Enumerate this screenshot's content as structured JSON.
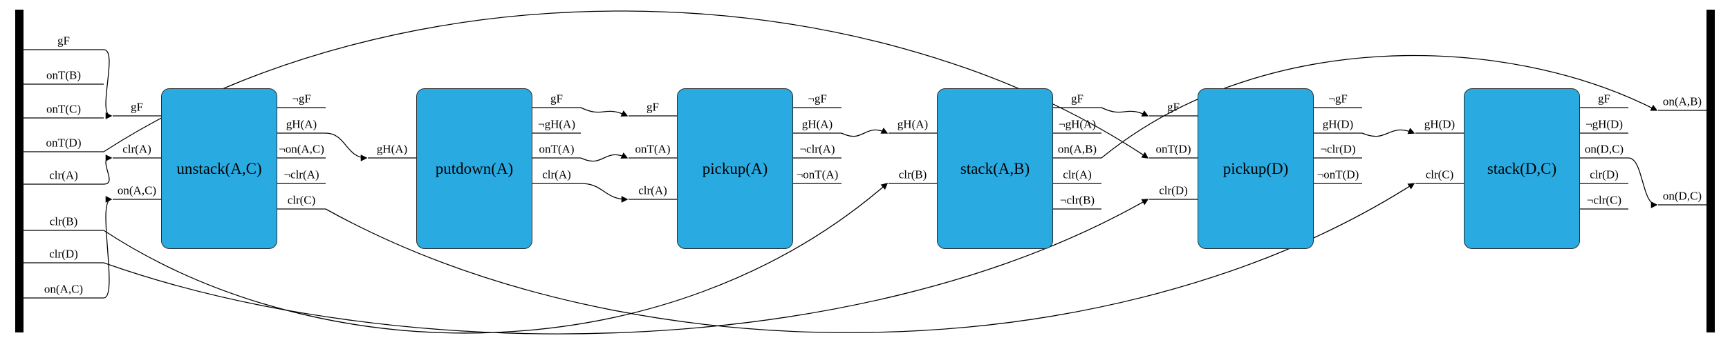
{
  "colors": {
    "box_fill": "#29abe2",
    "box_border": "#2a2a2a",
    "wire": "#000000",
    "bar": "#000000"
  },
  "initial_state": {
    "facts": [
      "gF",
      "onT(B)",
      "onT(C)",
      "onT(D)",
      "clr(A)",
      "clr(B)",
      "clr(D)",
      "on(A,C)"
    ]
  },
  "goal_state": {
    "facts": [
      "on(A,B)",
      "on(D,C)"
    ]
  },
  "actions": [
    {
      "name": "unstack(A,C)",
      "inputs": [
        "gF",
        "clr(A)",
        "on(A,C)"
      ],
      "outputs": [
        "¬gF",
        "gH(A)",
        "¬on(A,C)",
        "¬clr(A)",
        "clr(C)"
      ]
    },
    {
      "name": "putdown(A)",
      "inputs": [
        "gH(A)"
      ],
      "outputs": [
        "gF",
        "¬gH(A)",
        "onT(A)",
        "clr(A)"
      ]
    },
    {
      "name": "pickup(A)",
      "inputs": [
        "gF",
        "onT(A)",
        "clr(A)"
      ],
      "outputs": [
        "¬gF",
        "gH(A)",
        "¬clr(A)",
        "¬onT(A)"
      ]
    },
    {
      "name": "stack(A,B)",
      "inputs": [
        "gH(A)",
        "clr(B)"
      ],
      "outputs": [
        "gF",
        "¬gH(A)",
        "on(A,B)",
        "clr(A)",
        "¬clr(B)"
      ]
    },
    {
      "name": "pickup(D)",
      "inputs": [
        "gF",
        "onT(D)",
        "clr(D)"
      ],
      "outputs": [
        "¬gF",
        "gH(D)",
        "¬clr(D)",
        "¬onT(D)"
      ]
    },
    {
      "name": "stack(D,C)",
      "inputs": [
        "gH(D)",
        "clr(C)"
      ],
      "outputs": [
        "gF",
        "¬gH(D)",
        "on(D,C)",
        "clr(D)",
        "¬clr(C)"
      ]
    }
  ],
  "links": [
    {
      "from": "init.0",
      "to": "action0.in0",
      "route": "direct"
    },
    {
      "from": "init.4",
      "to": "action0.in1",
      "route": "direct"
    },
    {
      "from": "init.7",
      "to": "action0.in2",
      "route": "direct"
    },
    {
      "from": "init.3",
      "to": "action4.in1",
      "route": "top"
    },
    {
      "from": "init.5",
      "to": "action3.in1",
      "route": "bottom"
    },
    {
      "from": "init.6",
      "to": "action4.in2",
      "route": "bottom"
    },
    {
      "from": "action0.out4",
      "to": "action5.in1",
      "route": "bottom"
    },
    {
      "from": "action0.out1",
      "to": "action1.in0",
      "route": "direct"
    },
    {
      "from": "action1.out0",
      "to": "action2.in0",
      "route": "direct"
    },
    {
      "from": "action1.out2",
      "to": "action2.in1",
      "route": "direct"
    },
    {
      "from": "action1.out3",
      "to": "action2.in2",
      "route": "direct"
    },
    {
      "from": "action2.out1",
      "to": "action3.in0",
      "route": "direct"
    },
    {
      "from": "action3.out0",
      "to": "action4.in0",
      "route": "direct"
    },
    {
      "from": "action3.out2",
      "to": "goal.0",
      "route": "top"
    },
    {
      "from": "action4.out1",
      "to": "action5.in0",
      "route": "direct"
    },
    {
      "from": "action5.out2",
      "to": "goal.1",
      "route": "direct"
    }
  ]
}
